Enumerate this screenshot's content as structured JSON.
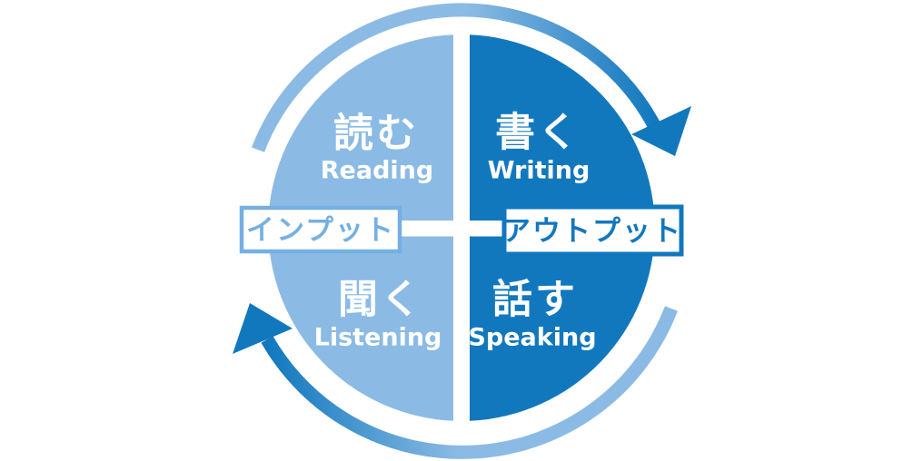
{
  "diagram": {
    "colors": {
      "background": "#FFFFFF",
      "input_fill": "#8BBBE4",
      "output_fill": "#1278BE",
      "arc_light": "#8BBBE4",
      "arc_dark": "#1278BE",
      "input_label_color": "#74B0E2",
      "output_label_color": "#1278BE",
      "quadrant_text_color": "#FFFFFF"
    },
    "center_labels": {
      "input": {
        "text": "インプット"
      },
      "output": {
        "text": "アウトプット"
      }
    },
    "quadrants": {
      "reading": {
        "jp": "読む",
        "en": "Reading"
      },
      "writing": {
        "jp": "書く",
        "en": "Writing"
      },
      "listening": {
        "jp": "聞く",
        "en": "Listening"
      },
      "speaking": {
        "jp": "話す",
        "en": "Speaking"
      }
    }
  }
}
